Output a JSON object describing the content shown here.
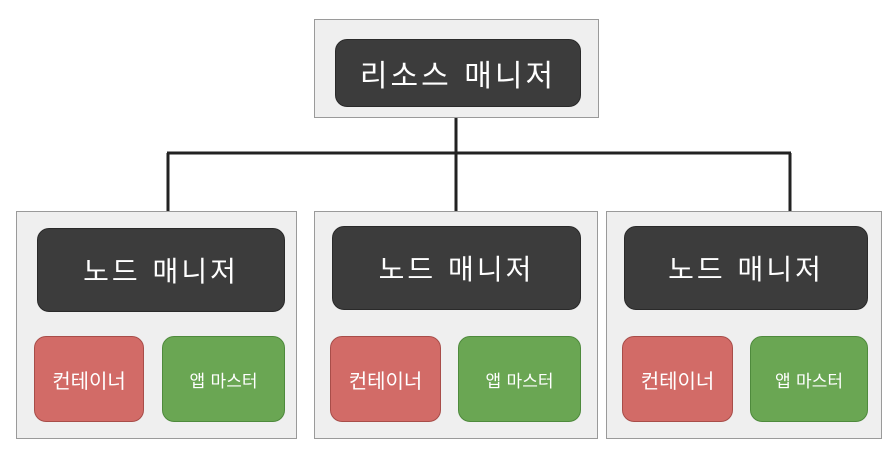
{
  "resource_manager": {
    "label": "리소스 매니저"
  },
  "nodes": [
    {
      "manager_label": "노드 매니저",
      "container_label": "컨테이너",
      "appmaster_label": "앱 마스터"
    },
    {
      "manager_label": "노드 매니저",
      "container_label": "컨테이너",
      "appmaster_label": "앱 마스터"
    },
    {
      "manager_label": "노드 매니저",
      "container_label": "컨테이너",
      "appmaster_label": "앱 마스터"
    }
  ],
  "colors": {
    "manager_box": "#3c3c3c",
    "container_box": "#d26b67",
    "appmaster_box": "#6aa653",
    "panel": "#efefef"
  }
}
